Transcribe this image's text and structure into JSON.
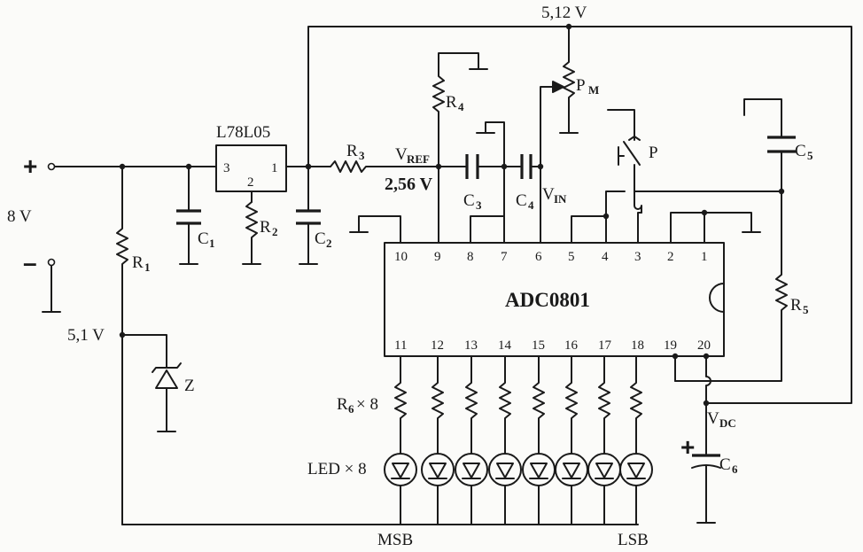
{
  "labels": {
    "supply_plus": "+",
    "supply_minus": "–",
    "supply_voltage": "8 V",
    "regulator": "L78L05",
    "reg_pin_in": "3",
    "reg_pin_gnd": "2",
    "reg_pin_out": "1",
    "c1": "C",
    "c1_sub": "1",
    "r2": "R",
    "r2_sub": "2",
    "c2": "C",
    "c2_sub": "2",
    "r1": "R",
    "r1_sub": "1",
    "v51": "5,1 V",
    "zener": "Z",
    "r3": "R",
    "r3_sub": "3",
    "vref": "V",
    "vref_sub": "REF",
    "vref_value": "2,56 V",
    "r4": "R",
    "r4_sub": "4",
    "v512": "5,12 V",
    "pm": "P",
    "pm_sub": "M",
    "c3": "C",
    "c3_sub": "3",
    "c4": "C",
    "c4_sub": "4",
    "vin": "V",
    "vin_sub": "IN",
    "p": "P",
    "c5": "C",
    "c5_sub": "5",
    "r5": "R",
    "r5_sub": "5",
    "chip": "ADC0801",
    "r6": "R",
    "r6_sub": "6",
    "r6_mult": " × 8",
    "led": "LED × 8",
    "vdc": "V",
    "vdc_sub": "DC",
    "c6_plus": "+",
    "c6": "C",
    "c6_sub": "6",
    "msb": "MSB",
    "lsb": "LSB"
  },
  "pins_top": [
    "10",
    "9",
    "8",
    "7",
    "6",
    "5",
    "4",
    "3",
    "2",
    "1"
  ],
  "pins_bottom": [
    "11",
    "12",
    "13",
    "14",
    "15",
    "16",
    "17",
    "18",
    "19",
    "20"
  ]
}
